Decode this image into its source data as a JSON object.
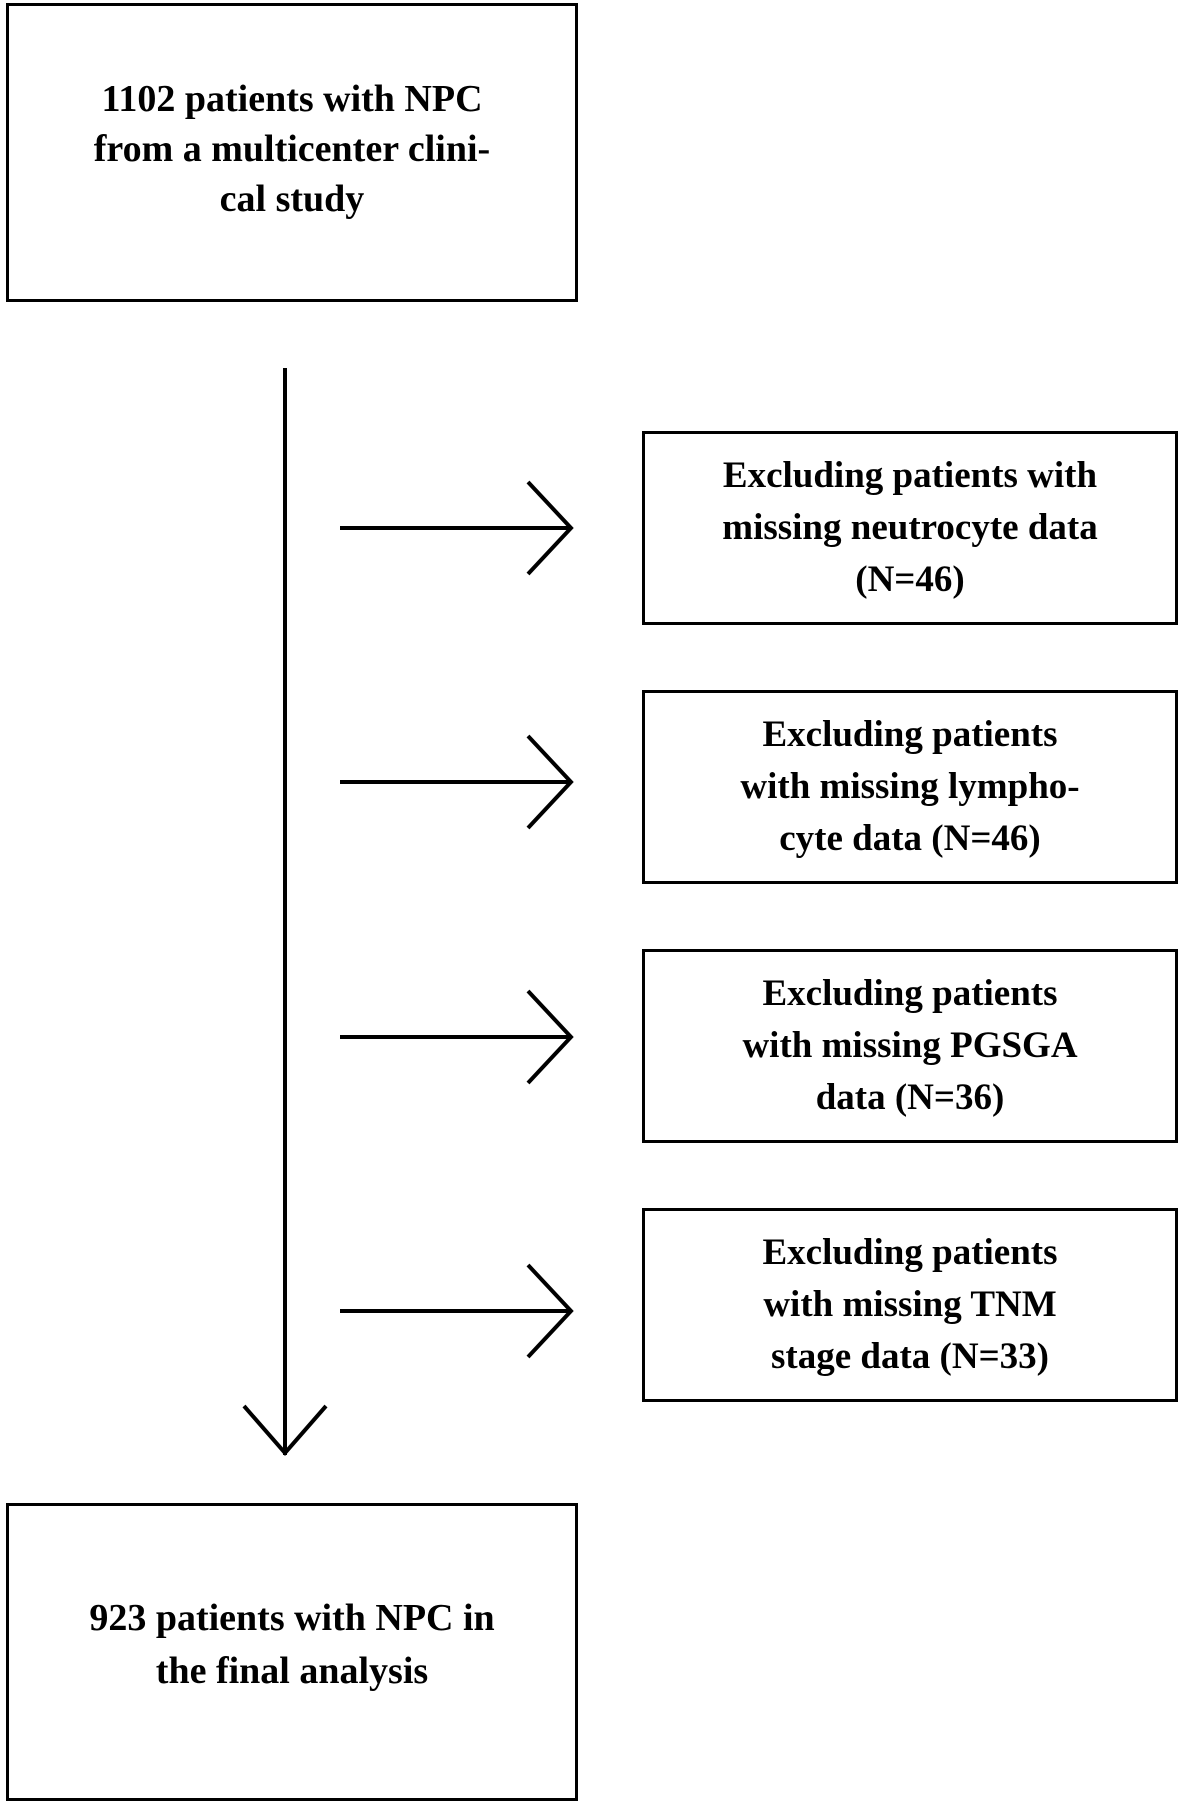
{
  "start_box": {
    "lines": [
      "1102  patients with NPC",
      "from a multicenter clini-",
      "cal study"
    ]
  },
  "exclusions": [
    {
      "lines": [
        "Excluding patients with",
        "missing neutrocyte data",
        "(N=46)"
      ]
    },
    {
      "lines": [
        "Excluding patients",
        "with missing lympho-",
        "cyte data (N=46)"
      ]
    },
    {
      "lines": [
        "Excluding patients",
        "with missing PGSGA",
        "data (N=36)"
      ]
    },
    {
      "lines": [
        "Excluding patients",
        "with missing TNM",
        "stage data (N=33)"
      ]
    }
  ],
  "end_box": {
    "lines": [
      "923 patients with NPC in",
      "the final analysis"
    ]
  }
}
